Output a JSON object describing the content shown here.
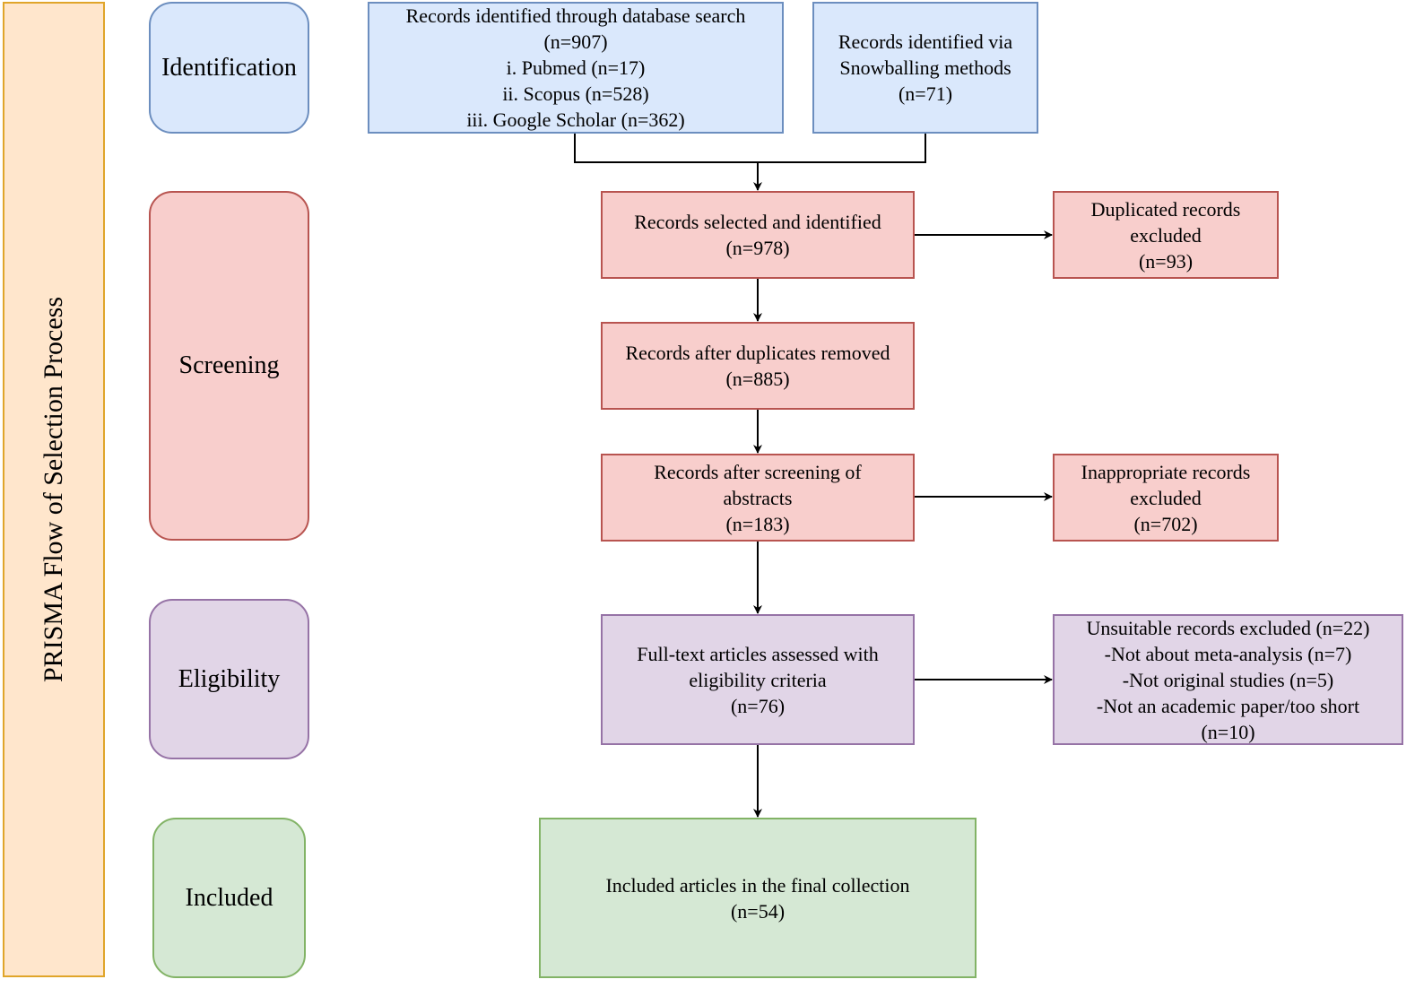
{
  "side_title": "PRISMA Flow of Selection Process",
  "stages": {
    "identification": "Identification",
    "screening": "Screening",
    "eligibility": "Eligibility",
    "included": "Included"
  },
  "boxes": {
    "database_search": [
      "Records identified through database search",
      "(n=907)",
      "i. Pubmed (n=17)",
      "ii. Scopus (n=528)",
      "iii. Google Scholar (n=362)"
    ],
    "snowballing": [
      "Records identified via",
      "Snowballing methods",
      "(n=71)"
    ],
    "selected": [
      "Records selected and identified",
      "(n=978)"
    ],
    "duplicated_excluded": [
      "Duplicated records",
      "excluded",
      "(n=93)"
    ],
    "after_duplicates": [
      "Records after duplicates removed",
      "(n=885)"
    ],
    "after_abstracts": [
      "Records after screening of",
      "abstracts",
      "(n=183)"
    ],
    "inappropriate_excluded": [
      "Inappropriate records",
      "excluded",
      "(n=702)"
    ],
    "full_text": [
      "Full-text articles assessed with",
      "eligibility criteria",
      "(n=76)"
    ],
    "unsuitable_excluded": [
      "Unsuitable records excluded (n=22)",
      "-Not about meta-analysis  (n=7)",
      "-Not original studies (n=5)",
      "-Not an academic paper/too short",
      "(n=10)"
    ],
    "included_final": [
      "Included articles in the final collection",
      "(n=54)"
    ]
  },
  "colors": {
    "identification_fill": "#dae8fc",
    "screening_fill": "#f8cecc",
    "eligibility_fill": "#e1d5e7",
    "included_fill": "#d5e8d4",
    "side_fill": "#ffe6cc"
  }
}
